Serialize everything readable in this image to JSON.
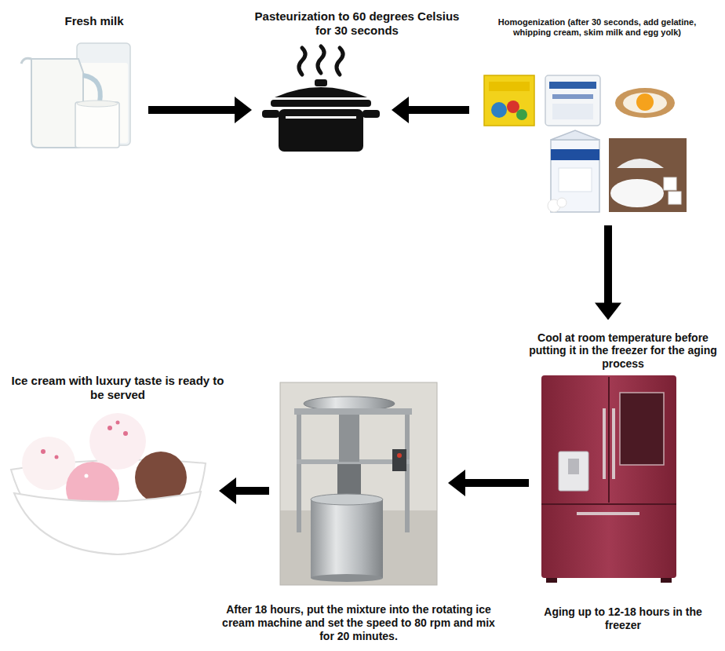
{
  "diagram": {
    "nodes": [
      {
        "text": [
          "Fresh milk"
        ]
      },
      {
        "text": [
          "Pasteurization to 60 degrees Celsius for 30 seconds"
        ]
      },
      {
        "text": [
          "Homogenization (after 30 seconds, add gelatine, whipping cream, skim milk and egg yolk)"
        ]
      },
      {
        "text": [
          "Cool at room temperature before putting it in the freezer for the aging process",
          "Aging up to 12-18 hours in the freezer"
        ]
      },
      {
        "text": [
          "After 18 hours, put the mixture into the rotating ice cream machine and set the speed to 80 rpm and mix for 20 minutes."
        ]
      },
      {
        "text": [
          "Ice cream with luxury taste is ready to be served"
        ]
      }
    ],
    "edges": [
      {
        "from": 0,
        "to": 1,
        "arrow": "to"
      },
      {
        "from": 2,
        "to": 1,
        "arrow": "to"
      },
      {
        "from": 2,
        "to": 3,
        "arrow": "to"
      },
      {
        "from": 3,
        "to": 4,
        "arrow": "to"
      },
      {
        "from": 4,
        "to": 5,
        "arrow": "to"
      }
    ]
  }
}
